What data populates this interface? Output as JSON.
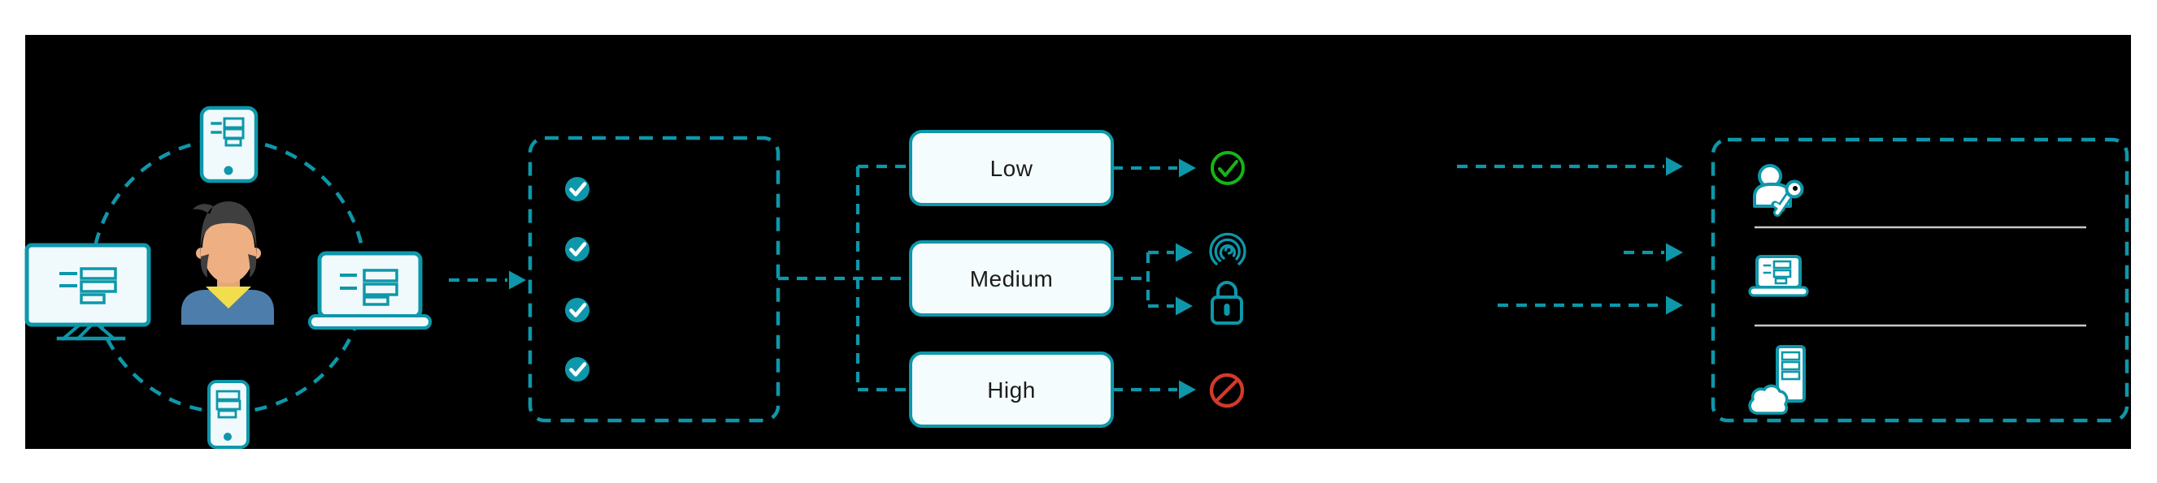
{
  "diagram": {
    "type": "risk-based-authentication-flow",
    "device_cluster": {
      "center_icon": "user-avatar",
      "orbit_icons": [
        "smartphone-icon",
        "desktop-monitor-icon",
        "laptop-icon",
        "smartphone-icon"
      ]
    },
    "checklist": {
      "icon": "check-circle-icon",
      "check_count": 4
    },
    "risk_nodes": [
      {
        "label": "Low",
        "outcomes": [
          "allow-check-icon"
        ]
      },
      {
        "label": "Medium",
        "outcomes": [
          "fingerprint-icon",
          "lock-icon"
        ]
      },
      {
        "label": "High",
        "outcomes": [
          "deny-icon"
        ]
      }
    ],
    "resources_panel": {
      "row_icons": [
        "user-key-icon",
        "laptop-icon",
        "cloud-server-icon"
      ],
      "separator_count": 2
    }
  },
  "colors": {
    "page_background": "#ffffff",
    "canvas": "#000000",
    "accent_teal": "#0e97aa",
    "device_fill": "#f0fafc",
    "node_fill": "#f4fcfe",
    "node_text": "#1d1d1b",
    "allow_green": "#17b517",
    "deny_red": "#d23a2c",
    "separator_gray": "#c8c8c8",
    "avatar_hair": "#3f3f3f",
    "avatar_skin": "#eeb082",
    "avatar_shirt": "#4d7dab",
    "avatar_collar": "#f2de4d"
  }
}
